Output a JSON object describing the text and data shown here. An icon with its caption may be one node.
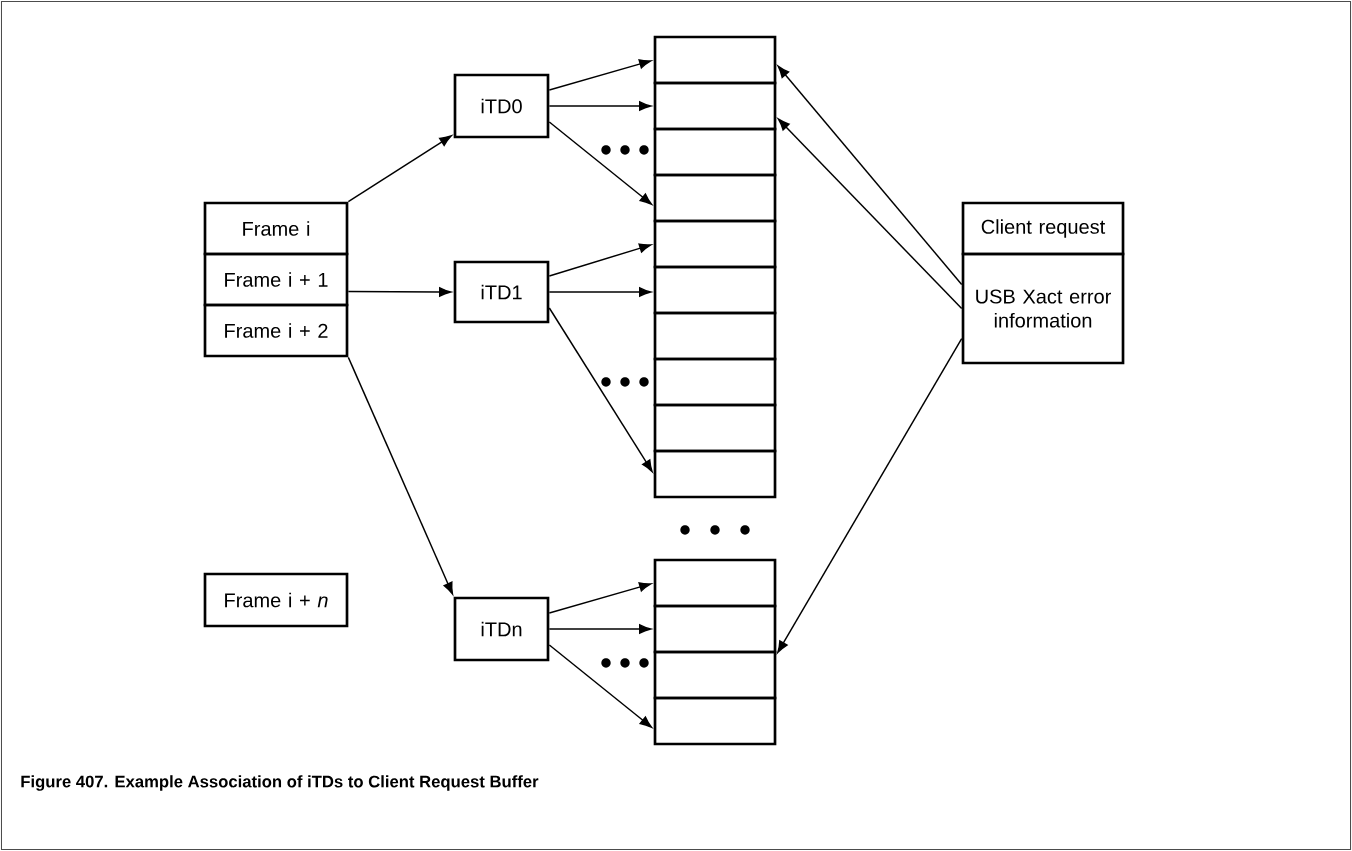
{
  "diagram": {
    "caption": "Figure 407. Example Association of iTDs to Client Request Buffer",
    "nodes": [
      {
        "text": [
          "Frame i"
        ]
      },
      {
        "text": [
          "Frame i + 1"
        ]
      },
      {
        "text": [
          "Frame i + 2"
        ]
      },
      {
        "text": [
          "Frame i + *n*"
        ]
      },
      {
        "text": [
          "iTD0"
        ]
      },
      {
        "text": [
          "iTD1"
        ]
      },
      {
        "text": [
          "iTDn"
        ]
      },
      {
        "text": [],
        "shape": "box"
      },
      {
        "text": [],
        "shape": "box"
      },
      {
        "text": [],
        "shape": "box"
      },
      {
        "text": [],
        "shape": "box"
      },
      {
        "text": [],
        "shape": "box"
      },
      {
        "text": [],
        "shape": "box"
      },
      {
        "text": [],
        "shape": "box"
      },
      {
        "text": [],
        "shape": "box"
      },
      {
        "text": [],
        "shape": "box"
      },
      {
        "text": [],
        "shape": "box"
      },
      {
        "text": [],
        "shape": "box"
      },
      {
        "text": [],
        "shape": "box"
      },
      {
        "text": [],
        "shape": "box"
      },
      {
        "text": [],
        "shape": "box"
      },
      {
        "text": [
          "Client request"
        ]
      },
      {
        "text": [
          "USB Xact error information"
        ]
      }
    ],
    "edges": [
      {
        "from": 0,
        "to": 4,
        "arrow": "to"
      },
      {
        "from": 1,
        "to": 5,
        "arrow": "to"
      },
      {
        "from": 2,
        "to": 6,
        "arrow": "to"
      },
      {
        "from": 4,
        "to": 7,
        "arrow": "to"
      },
      {
        "from": 4,
        "to": 8,
        "arrow": "to"
      },
      {
        "from": 4,
        "to": 10,
        "arrow": "to"
      },
      {
        "from": 5,
        "to": 11,
        "arrow": "to"
      },
      {
        "from": 5,
        "to": 12,
        "arrow": "to"
      },
      {
        "from": 5,
        "to": 16,
        "arrow": "to"
      },
      {
        "from": 6,
        "to": 17,
        "arrow": "to"
      },
      {
        "from": 6,
        "to": 18,
        "arrow": "to"
      },
      {
        "from": 6,
        "to": 20,
        "arrow": "to"
      },
      {
        "from": 22,
        "to": 7,
        "arrow": "to"
      },
      {
        "from": 22,
        "to": 8,
        "arrow": "to"
      },
      {
        "from": 22,
        "to": 19,
        "arrow": "to"
      }
    ]
  }
}
